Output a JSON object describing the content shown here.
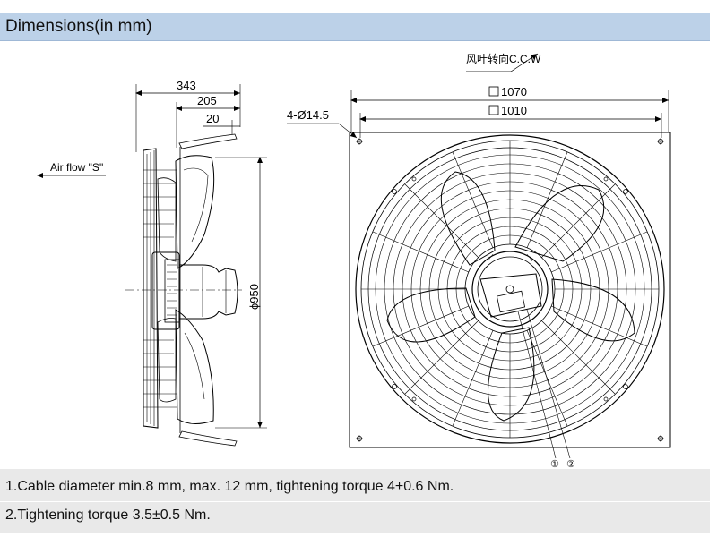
{
  "header": {
    "title": "Dimensions(in mm)"
  },
  "side_view": {
    "dim_overall_depth": "343",
    "dim_mid_depth": "205",
    "dim_small_depth": "20",
    "dim_diameter": "ϕ950",
    "airflow_label": "Air flow \"S\""
  },
  "front_view": {
    "rotation_label": "风叶转向C.C.W",
    "dim_outer_square": "1070",
    "dim_inner_square": "1010",
    "dim_holes": "4-Ø14.5",
    "callout_1": "①",
    "callout_2": "②"
  },
  "notes": [
    "1.Cable diameter min.8 mm, max. 12 mm, tightening torque 4+0.6 Nm.",
    "2.Tightening torque 3.5±0.5 Nm."
  ]
}
